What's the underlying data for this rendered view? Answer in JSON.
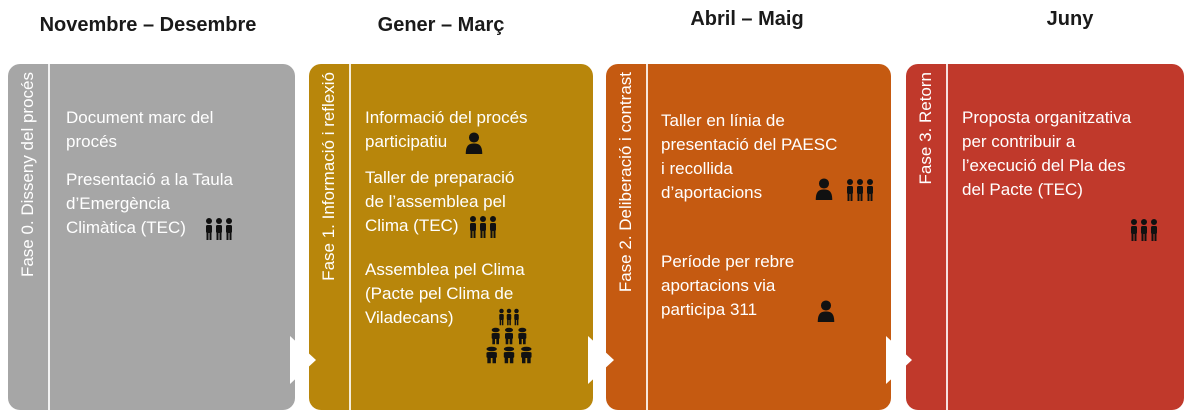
{
  "headers": [
    "Novembre – Desembre",
    "Gener – Març",
    "Abril – Maig",
    "Juny"
  ],
  "phases": [
    {
      "label": "Fase 0. Disseny del procés",
      "color": "#a6a6a6",
      "items": [
        {
          "lines": [
            "Document marc del",
            "procés"
          ]
        },
        {
          "lines": [
            "Presentació a la Taula",
            "d’Emergència",
            "Climàtica (TEC)"
          ]
        }
      ]
    },
    {
      "label": "Fase 1. Informació i reflexió",
      "color": "#b8860b",
      "items": [
        {
          "lines": [
            "Informació del procés",
            "participatiu"
          ]
        },
        {
          "lines": [
            "Taller de preparació",
            "de l’assemblea pel",
            "Clima (TEC)"
          ]
        },
        {
          "lines": [
            "Assemblea pel Clima",
            "(Pacte pel Clima de",
            "Viladecans)"
          ]
        }
      ]
    },
    {
      "label": "Fase 2. Deliberació  i contrast",
      "color": "#c55a11",
      "items": [
        {
          "lines": [
            "Taller en línia de",
            "presentació del PAESC",
            "i recollida",
            "d’aportacions"
          ]
        },
        {
          "lines": [
            "Període per rebre",
            "aportacions via",
            "participa 311"
          ]
        }
      ]
    },
    {
      "label": "Fase 3. Retorn",
      "color": "#c0392b",
      "items": [
        {
          "lines": [
            "Proposta organitzativa",
            "per contribuir a",
            "l’execució del Pla des",
            "del Pacte (TEC)"
          ]
        }
      ]
    }
  ]
}
